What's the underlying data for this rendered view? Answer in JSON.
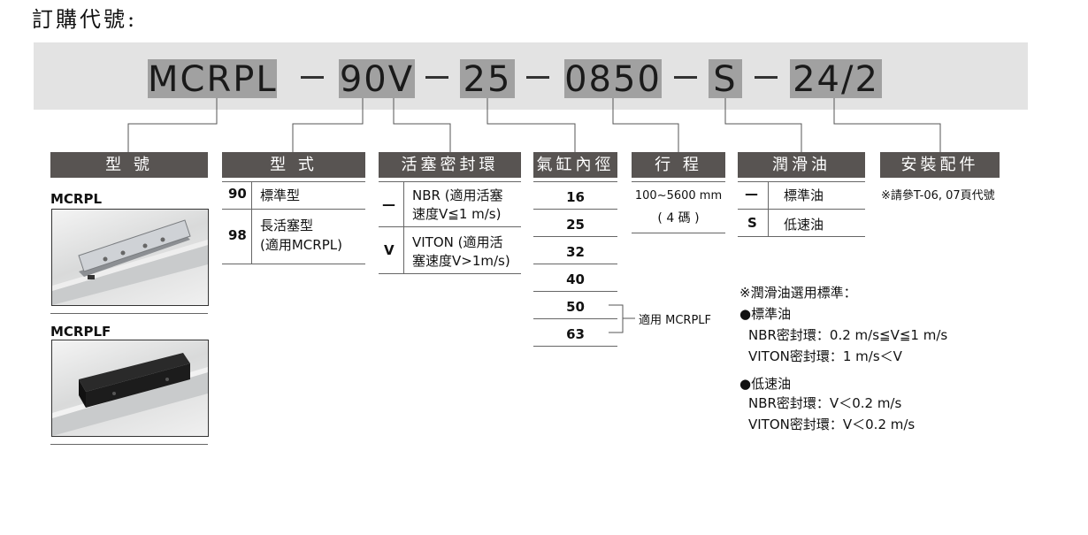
{
  "title": "訂購代號:",
  "code": {
    "segments": [
      "MCRPL",
      "90V",
      "25",
      "0850",
      "S",
      "24/2"
    ],
    "dash": "－"
  },
  "columns": {
    "model": {
      "header": "型  號",
      "items": [
        {
          "label": "MCRPL",
          "image": "mcrpl-slider-photo"
        },
        {
          "label": "MCRPLF",
          "image": "mcrplf-slider-photo"
        }
      ]
    },
    "type": {
      "header": "型  式",
      "rows": [
        {
          "code": "90",
          "desc": "標準型"
        },
        {
          "code": "98",
          "desc": "長活塞型",
          "desc2": "(適用MCRPL)"
        }
      ]
    },
    "seal": {
      "header": "活塞密封環",
      "rows": [
        {
          "code": "—",
          "desc": "NBR (適用活塞",
          "desc2": "速度V≦1 m/s)"
        },
        {
          "code": "V",
          "desc": "VITON (適用活",
          "desc2": "塞速度V>1m/s)"
        }
      ]
    },
    "bore": {
      "header": "氣缸內徑",
      "values": [
        "16",
        "25",
        "32",
        "40",
        "50",
        "63"
      ],
      "bracket_note": "適用 MCRPLF"
    },
    "stroke": {
      "header": "行  程",
      "range": "100~5600 mm",
      "unit_note": "( 4 碼 )"
    },
    "lube": {
      "header": "潤滑油",
      "rows": [
        {
          "code": "—",
          "desc": "標準油"
        },
        {
          "code": "S",
          "desc": "低速油"
        }
      ]
    },
    "accessory": {
      "header": "安裝配件",
      "note": "※請參T-06, 07頁代號"
    }
  },
  "lube_notes": {
    "heading": "※潤滑油選用標準：",
    "groups": [
      {
        "title": "●標準油",
        "lines": [
          "NBR密封環：0.2 m/s≦V≦1 m/s",
          "VITON密封環：1 m/s＜V"
        ]
      },
      {
        "title": "●低速油",
        "lines": [
          "NBR密封環：V＜0.2 m/s",
          "VITON密封環：V＜0.2 m/s"
        ]
      }
    ]
  }
}
